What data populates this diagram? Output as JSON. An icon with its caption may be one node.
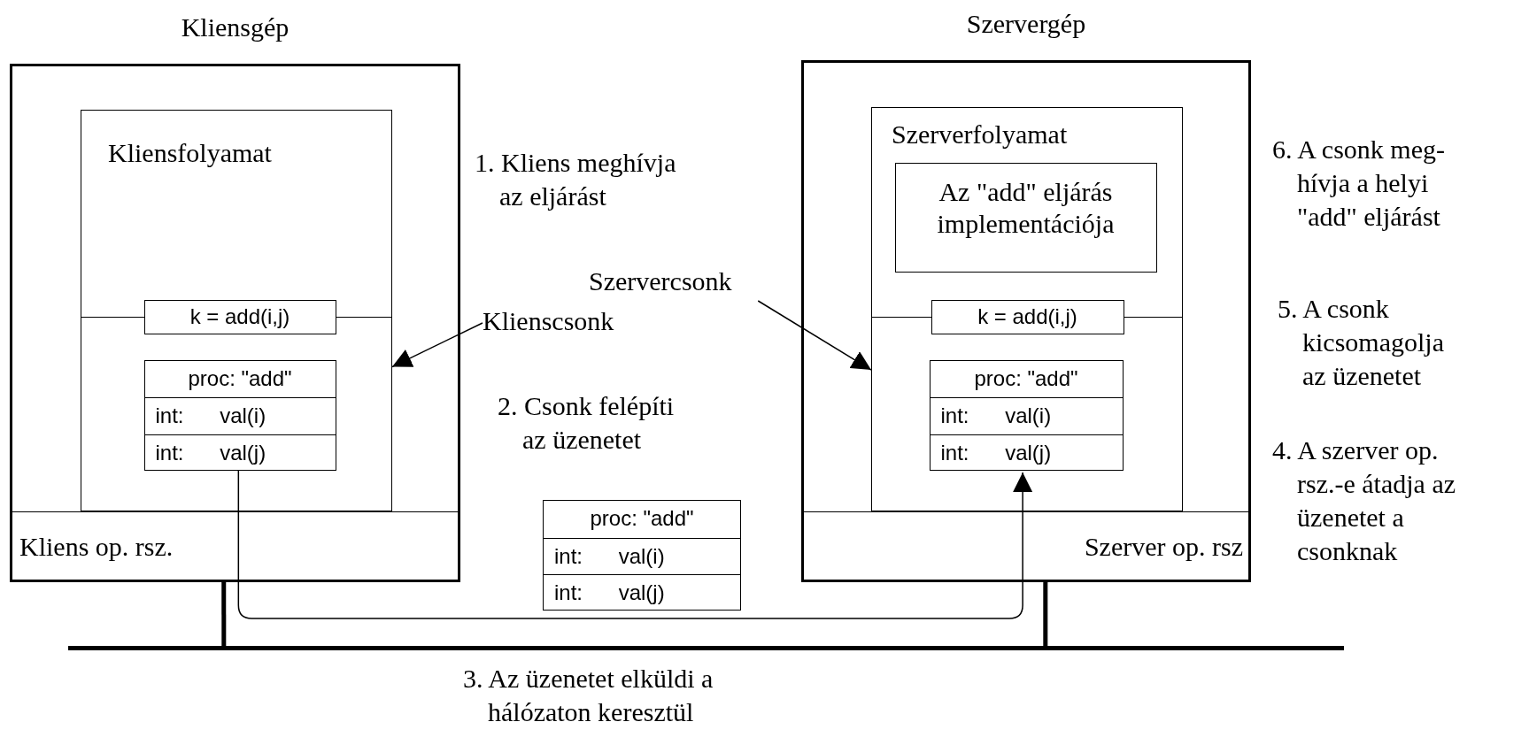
{
  "diagram": {
    "nodes": [
      {
        "text": [
          "Kliensgép"
        ]
      },
      {
        "text": [
          "Kliensfolyamat"
        ],
        "in": 0
      },
      {
        "text": [
          "k = add(i,j)"
        ],
        "in": 1
      },
      {
        "text": [
          "proc: \"add\"",
          "int: val(i)",
          "int: val(j)"
        ],
        "in": 1
      },
      {
        "text": [
          "Kliens op. rsz."
        ],
        "in": 0
      },
      {
        "text": [
          "Szervergép"
        ]
      },
      {
        "text": [
          "Szerverfolyamat"
        ],
        "in": 5
      },
      {
        "text": [
          "Az \"add\" eljárás implementációja"
        ],
        "in": 6
      },
      {
        "text": [
          "k = add(i,j)"
        ],
        "in": 6
      },
      {
        "text": [
          "proc: \"add\"",
          "int: val(i)",
          "int: val(j)"
        ],
        "in": 6
      },
      {
        "text": [
          "Szerver op. rsz"
        ],
        "in": 5
      },
      {
        "text": [
          "proc: \"add\"",
          "int: val(i)",
          "int: val(j)"
        ]
      },
      {
        "text": [
          "Klienscsonk"
        ]
      },
      {
        "text": [
          "Szervercsonk"
        ]
      },
      {
        "text": [],
        "shape": "bar"
      }
    ],
    "edges": [
      {
        "from": 12,
        "to": 1,
        "arrow": "to"
      },
      {
        "from": 13,
        "to": 6,
        "arrow": "to"
      },
      {
        "from": 3,
        "to": 9,
        "arrow": "to"
      },
      {
        "from": 0,
        "to": 14,
        "arrow": "none",
        "style": "thick"
      },
      {
        "from": 5,
        "to": 14,
        "arrow": "none",
        "style": "thick"
      }
    ],
    "labels": [
      "1. Kliens meghívja az eljárást",
      "2. Csonk felépíti az üzenetet",
      "3. Az üzenetet elküldi a hálózaton keresztül",
      "6. A csonk meg-hívja a helyi \"add\" eljárást",
      "5. A csonk kicsomagolja az üzenetet",
      "4. A szerver op. rsz.-e átadja az üzenetet a csonknak"
    ]
  }
}
